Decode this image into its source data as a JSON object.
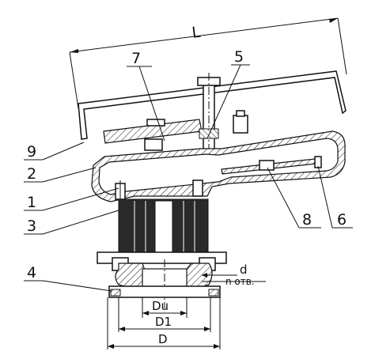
{
  "drawing": {
    "callouts": {
      "n1": "1",
      "n2": "2",
      "n3": "3",
      "n4": "4",
      "n5": "5",
      "n6": "6",
      "n7": "7",
      "n8": "8",
      "n9": "9"
    },
    "dimensions": {
      "overall_length": "L",
      "nominal_bore": "Du",
      "bolt_circle": "D1",
      "flange_diameter": "D",
      "hole_diameter": "d",
      "hole_count": "n отв."
    }
  }
}
